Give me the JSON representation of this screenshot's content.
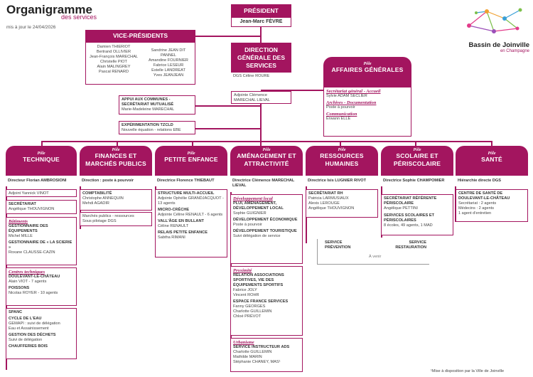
{
  "header": {
    "title": "Organigramme",
    "subtitle": "des services",
    "update": "mis à jour le 24/04/2026"
  },
  "logo": {
    "l1": "Bassin de Joinville",
    "l2": "en Champagne"
  },
  "president": {
    "title": "PRÉSIDENT",
    "name": "Jean-Marc FÈVRE"
  },
  "vp": {
    "title": "VICE-PRÉSIDENTS",
    "col1": [
      "Damien THIERIOT",
      "Bertrand OLLIVIER",
      "Jean-François MARECHAL",
      "Christelle PIOT",
      "Alain MALINGREY",
      "Pascal RENARD"
    ],
    "col2": [
      "Sandrine JEAN DIT PANNEL",
      "Amandine FOURNIER",
      "Fabrice LESEUR",
      "Estelle LANDREAT",
      "Yves JEANJEAN"
    ]
  },
  "dgs": {
    "title": "DIRECTION GÉNÉRALE DES SERVICES",
    "head": "DGS Céline ROURE",
    "adj": "Adjointe Clémence MARECHAL LIEVAL"
  },
  "appui": {
    "title": "APPUI AUX COMMUNES - SECRÉTARIAT MUTUALISÉ",
    "name": "Marie-Madeleine MARECHAL"
  },
  "exp": {
    "title": "EXPÉRIMENTATION TZCLD",
    "text": "Nouvelle équation - relations EBE"
  },
  "ag": {
    "pole": "Pôle",
    "title": "AFFAIRES GÉNÉRALES",
    "s1": "Secrétariat général - Accueil",
    "s1a": "Sylvie ADAM SECLIER",
    "s2": "Archives - Documentation",
    "s2a": "Poste à pourvoir",
    "s3": "Communication",
    "s3a": "Erwann ELLÉ"
  },
  "poles": {
    "p1": {
      "pole": "Pôle",
      "title": "TECHNIQUE",
      "dir": "Directeur Florian AMBROSIONI",
      "adj": "Adjoint Yannick VINOT",
      "sec_t": "SECRÉTARIAT",
      "sec_n": "Angélique THOUVIGNON",
      "bat": "Bâtiments",
      "b1": "GESTIONNAIRE DES ÉQUIPEMENTS",
      "b1n": "Michel MILLE",
      "b2": "GESTIONNAIRE DE « LA SCIERIE »",
      "b2n": "Roxane CLAUSSE-CAZIN",
      "ct": "Centres techniques",
      "c1": "DOULEVANT-LE-CHÂTEAU",
      "c1n": "Alain VIOT - 7 agents",
      "c2": "POISSONS",
      "c2n": "Nicolas ROYER - 10 agents",
      "sp1": "SPANC",
      "sp2": "CYCLE DE L'EAU",
      "sp2a": "GEMAPI : suivi de délégation",
      "sp2b": "Eau et Assainissement",
      "sp3": "GESTION DES DÉCHETS",
      "sp3a": "Suivi de délégation",
      "sp4": "CHAUFFERIES BOIS"
    },
    "p2": {
      "pole": "Pôle",
      "title": "FINANCES ET MARCHÉS PUBLICS",
      "dir": "Direction : poste à pourvoir",
      "c1": "COMPTABILITÉ",
      "c1a": "Christophe ANNEQUIN",
      "c1b": "Mehdi AGADIR",
      "c2a": "Marchés publics - ressources",
      "c2b": "Sous pilotage DGS"
    },
    "p3": {
      "pole": "Pôle",
      "title": "PETITE ENFANCE",
      "dir": "Directrice Florence THIEBAUT",
      "s1": "STRUCTURE MULTI-ACCUEIL",
      "s1a": "Adjointe Ophélie GRANDJACQUOT - 13 agents",
      "s2": "MICRO-CRÈCHE",
      "s2a": "Adjointe Céline RENAULT - 6 agents",
      "s3": "VALL'ÂGE EN BULLANT",
      "s3a": "Céline RENAULT",
      "s4": "RELAIS PETITE ENFANCE",
      "s4a": "Sabtha RIMANI"
    },
    "p4": {
      "pole": "Pôle",
      "title": "AMÉNAGEMENT ET ATTRACTIVITÉ",
      "dir": "Directrice Clémence MARECHAL LIEVAL",
      "dl": "Développement local",
      "d1": "PLUI, AMÉNAGEMENT, DÉVELOPPEMENT LOCAL",
      "d1a": "Sophie GUIGNIER",
      "d2": "DÉVELOPPEMENT ÉCONOMIQUE",
      "d2a": "Poste à pourvoir",
      "d3": "DÉVELOPPEMENT TOURISTIQUE",
      "d3a": "Suivi délégation de service",
      "px": "Proximité",
      "x1": "RELATION ASSOCIATIONS SPORTIVES, VIE DES ÉQUIPEMENTS SPORTIFS",
      "x1a": "Fabrice JOLY",
      "x1b": "Vincent ROHR",
      "x2": "ESPACE FRANCE SERVICES",
      "x2a": "Fanny GEORGES",
      "x2b": "Charlotte GUILLEMIN",
      "x2c": "Chloé PRÉVOT",
      "ub": "Urbanisme",
      "u1": "SERVICE INSTRUCTEUR ADS",
      "u1a": "Charlotte GUILLEMIN",
      "u1b": "Mathilde MARIN",
      "u1c": "Stéphanie CHANEY, MAS¹"
    },
    "p5": {
      "pole": "Pôle",
      "title": "RESSOURCES HUMAINES",
      "dir": "Directrice Isis LUGNIER RIVOT",
      "s1": "SECRÉTARIAT RH",
      "s1a": "Patricia LARMUSIAUX",
      "s1b": "Alexis LEROUGE",
      "s1c": "Angélique THOUVIGNON",
      "sv1": "SERVICE PRÉVENTION",
      "sv2": "SERVICE RESTAURATION",
      "venir": "À venir"
    },
    "p6": {
      "pole": "Pôle",
      "title": "SCOLAIRE ET PÉRISCOLAIRE",
      "dir": "Directrice Sophie CHAMPOMIER",
      "s1": "SECRÉTARIAT RÉFÉRENTE PÉRISCOLAIRE",
      "s1a": "Angélique PETTINI",
      "s2": "SERVICES SCOLAIRES ET PÉRISCOLAIRES",
      "s2a": "8 écoles, 49 agents, 1 MAD"
    },
    "p7": {
      "pole": "Pôle",
      "title": "SANTÉ",
      "dir": "Hiérarchie directe DGS",
      "s1": "CENTRE DE SANTÉ DE DOULEVANT-LE-CHÂTEAU",
      "s1a": "Secrétariat : 2 agents",
      "s1b": "Médecins : 2 agents",
      "s1c": "1 agent d'entretien"
    }
  },
  "footnote": "¹Mise à disposition par la Ville de Joinville"
}
